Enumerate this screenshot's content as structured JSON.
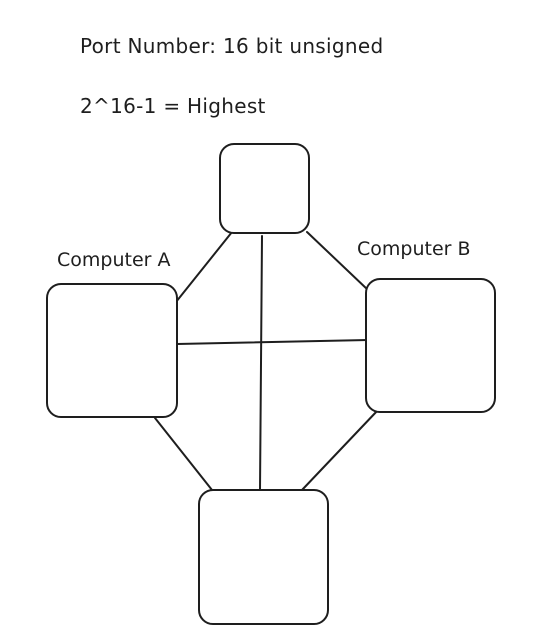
{
  "notes": {
    "port_number": "Port Number: 16 bit unsigned",
    "highest": "2^16-1 = Highest"
  },
  "nodes": {
    "top": "",
    "computer_a": "Computer A",
    "computer_b": "Computer B",
    "bottom": ""
  },
  "colors": {
    "stroke": "#1e1e1e",
    "background": "#ffffff"
  }
}
